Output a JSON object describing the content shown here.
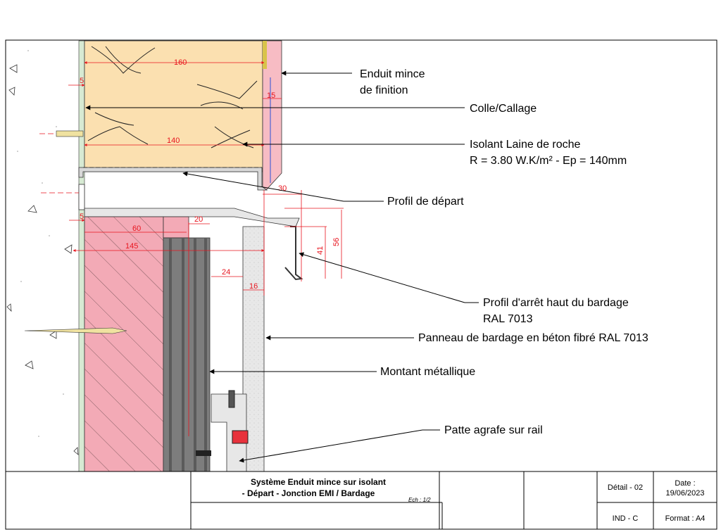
{
  "labels": {
    "enduit": [
      "Enduit mince",
      "de finition"
    ],
    "colle": "Colle/Callage",
    "isolant": [
      "Isolant Laine de roche",
      "R = 3.80 W.K/m² - Ep = 140mm"
    ],
    "profil_depart": "Profil de départ",
    "profil_arret": [
      "Profil d'arrêt haut du bardage",
      "RAL 7013"
    ],
    "panneau": "Panneau de bardage en béton fibré RAL 7013",
    "montant": "Montant métallique",
    "patte": "Patte agrafe sur rail"
  },
  "dimensions": {
    "d160": "160",
    "d5a": "5",
    "d15": "15",
    "d140": "140",
    "d30": "30",
    "d5b": "5",
    "d60": "60",
    "d20": "20",
    "d145": "145",
    "d41": "41",
    "d56": "56",
    "d24": "24",
    "d16": "16"
  },
  "cartouche": {
    "title_line1": "Système Enduit mince sur isolant",
    "title_line2": "- Départ - Jonction EMI / Bardage",
    "scale": "Ech : 1/2",
    "detail": "Détail - 02",
    "date_label": "Date :",
    "date_value": "19/06/2023",
    "index": "IND - C",
    "format": "Format : A4"
  },
  "colors": {
    "insulation": "#fbe0b0",
    "render": "#f7bcc4",
    "wall": "#f3aab6",
    "dimension": "#e8141e",
    "panel": "#e8e8e8",
    "montant": "#7d7d7d",
    "profile": "#e7e7e7",
    "green_edge": "#d7ead3"
  }
}
